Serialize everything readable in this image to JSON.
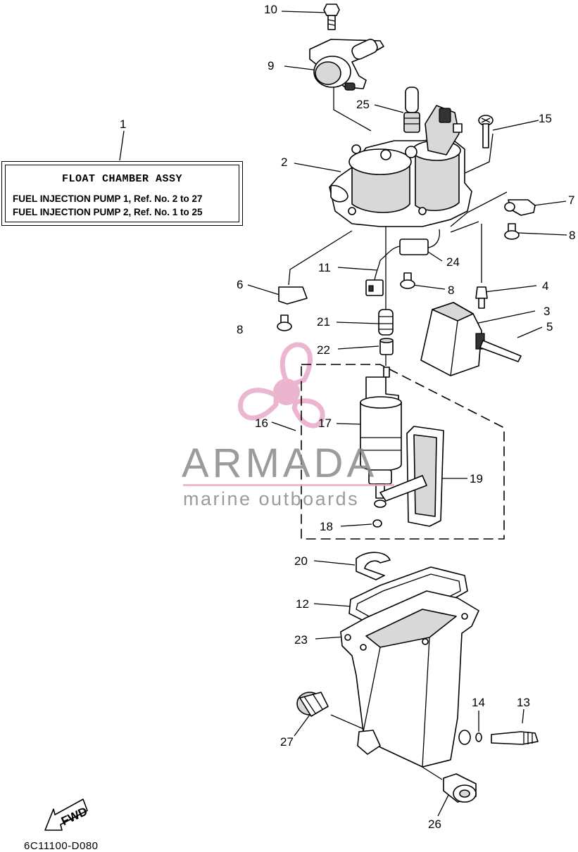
{
  "title_box": {
    "title": "FLOAT CHAMBER ASSY",
    "line1": "FUEL INJECTION PUMP 1,  Ref. No. 2 to 27",
    "line2": "FUEL INJECTION PUMP 2,  Ref. No. 1 to 25"
  },
  "callouts": {
    "c1": "1",
    "c2": "2",
    "c3": "3",
    "c4": "4",
    "c5": "5",
    "c6": "6",
    "c7": "7",
    "c8a": "8",
    "c8b": "8",
    "c8c": "8",
    "c9": "9",
    "c10": "10",
    "c11": "11",
    "c12": "12",
    "c13": "13",
    "c14": "14",
    "c15": "15",
    "c16": "16",
    "c17": "17",
    "c18": "18",
    "c19": "19",
    "c20": "20",
    "c21": "21",
    "c22": "22",
    "c23": "23",
    "c24": "24",
    "c25": "25",
    "c26": "26",
    "c27": "27"
  },
  "watermark": {
    "brand": "ARMADA",
    "tagline": "marine outboards",
    "logo_color": "#e8a9c8"
  },
  "fwd_label": "FWD",
  "diagram_code": "6C11100-D080",
  "icons": [
    "propeller-logo-icon",
    "fwd-arrow-icon"
  ]
}
